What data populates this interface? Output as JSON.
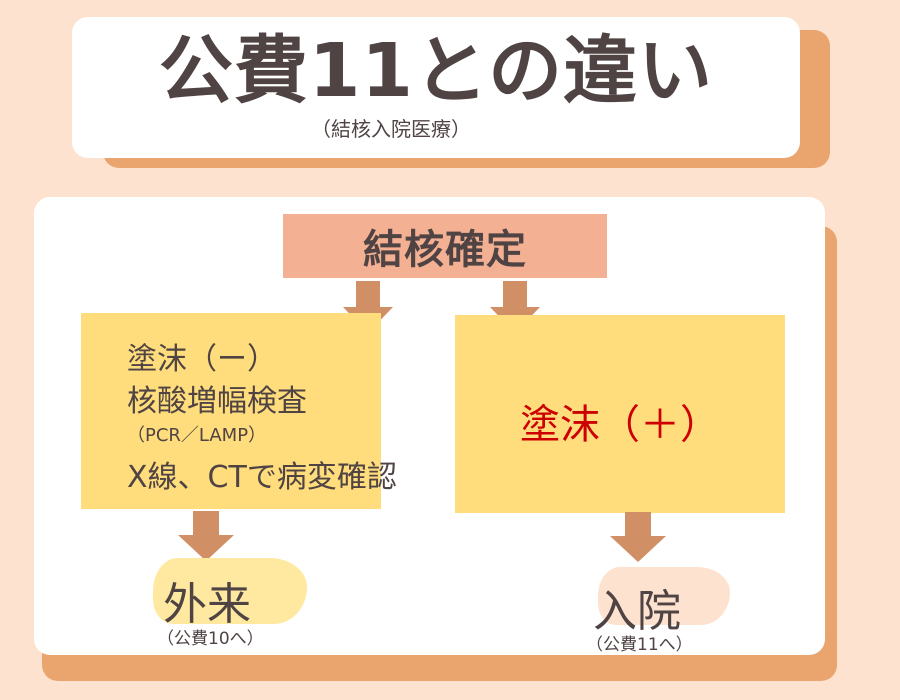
{
  "title": "公費11との違い",
  "subtitle": "（結核入院医療）",
  "top_box": "結核確定",
  "left_box": {
    "line1": "塗沫（ー）",
    "line2": "核酸増幅検査",
    "line3": "（PCR／LAMP）",
    "line4": "X線、CTで病変確認"
  },
  "right_box": {
    "text": "塗沫（＋）"
  },
  "outcome_left": {
    "label": "外来",
    "note": "（公費10へ）"
  },
  "outcome_right": {
    "label": "入院",
    "note": "（公費11へ）"
  },
  "colors": {
    "background": "#fde3cf",
    "card": "#ffffff",
    "shadow": "#eaa56f",
    "top_box": "#f4b093",
    "yellow_box": "#ffdc7c",
    "arrow": "#d08f65",
    "positive_text": "#cc0000",
    "text": "#4f4443"
  }
}
